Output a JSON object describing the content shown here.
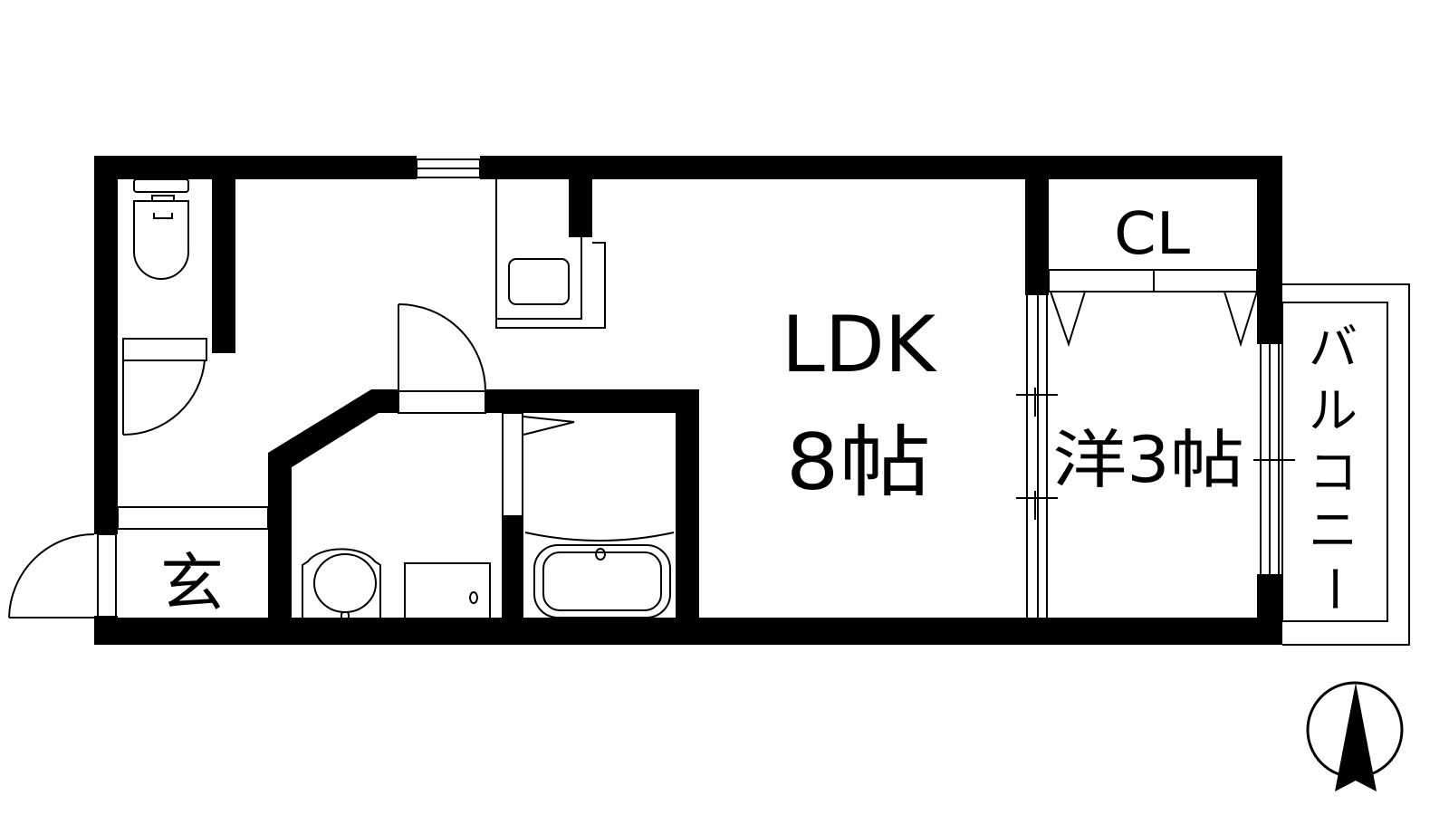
{
  "floorplan": {
    "colors": {
      "wall": "#000000",
      "background": "#ffffff"
    },
    "rooms": {
      "ldk": {
        "name": "LDK",
        "size": "8帖"
      },
      "western": {
        "label": "洋3帖"
      },
      "closet": {
        "label": "CL"
      },
      "entrance": {
        "label": "玄"
      },
      "balcony": {
        "chars": [
          "バ",
          "ル",
          "コ",
          "ニ",
          "ー"
        ]
      }
    },
    "compass": {
      "icon": "north-arrow-icon"
    }
  }
}
